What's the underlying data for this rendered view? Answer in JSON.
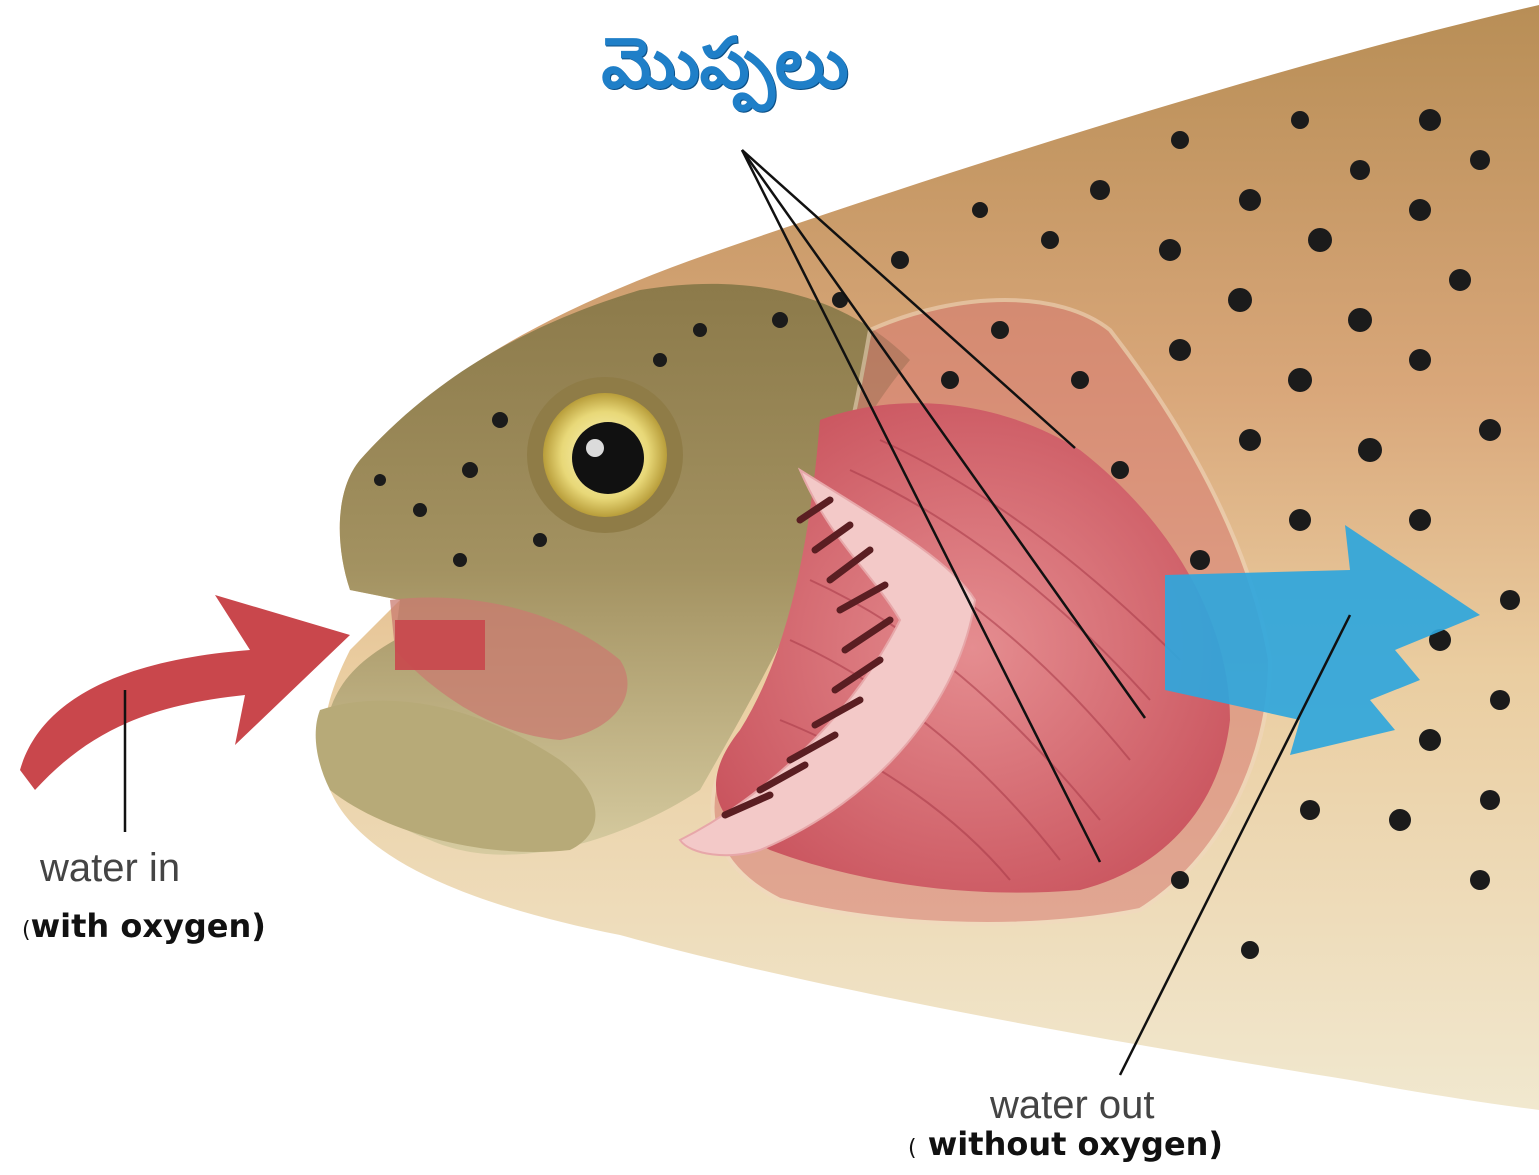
{
  "title": "మొప్పలు",
  "labels": {
    "water_in": "water in",
    "with_oxygen": "with oxygen)",
    "with_oxygen_open": "(",
    "water_out": "water out",
    "without_oxygen": "without oxygen)",
    "without_oxygen_open": "("
  },
  "icons": {
    "fish": "fish-head-icon",
    "gills": "gill-icon",
    "inflow_arrow": "arrow-in-icon",
    "outflow_arrow": "arrow-out-icon"
  },
  "colors": {
    "title": "#1f7fc8",
    "inflow_arrow": "#c9474c",
    "outflow_arrow": "#2fa6dc",
    "gill": "#d8646c",
    "fish_body": "#e4cf9e",
    "spots": "#1b1b1b"
  }
}
